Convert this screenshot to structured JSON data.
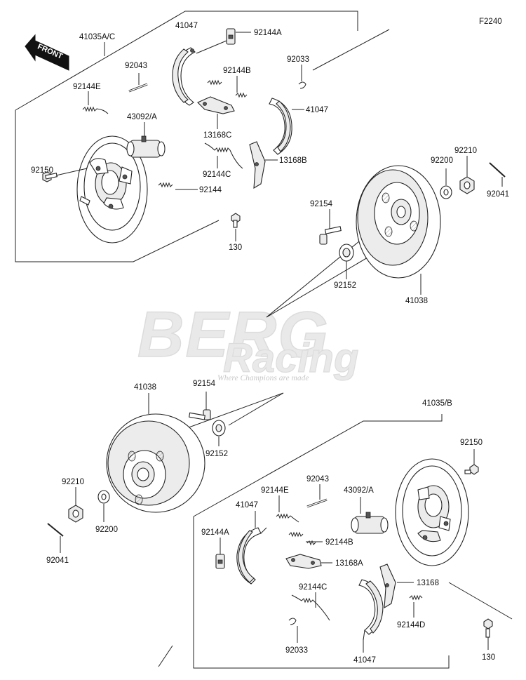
{
  "figure_code": "F2240",
  "direction_label": "FRONT",
  "watermark": {
    "brand_top": "BERG",
    "brand_bottom": "Racing",
    "tagline": "Where Champions are made"
  },
  "labels": {
    "t_41035ac": "41035A/C",
    "t_41047a": "41047",
    "t_92144a": "92144A",
    "t_92043": "92043",
    "t_92144b": "92144B",
    "t_92033": "92033",
    "t_92144e": "92144E",
    "t_43092a": "43092/A",
    "t_13168c": "13168C",
    "t_41047b": "41047",
    "t_92150": "92150",
    "t_92144c": "92144C",
    "t_13168b": "13168B",
    "t_92144": "92144",
    "t_130": "130",
    "t_92200": "92200",
    "t_92210": "92210",
    "t_92041": "92041",
    "t_92154": "92154",
    "t_92152": "92152",
    "t_41038": "41038",
    "b_41038": "41038",
    "b_92154": "92154",
    "b_41035b": "41035/B",
    "b_92150": "92150",
    "b_92152": "92152",
    "b_92210": "92210",
    "b_92043": "92043",
    "b_92144e": "92144E",
    "b_43092a": "43092/A",
    "b_41047a": "41047",
    "b_92144a": "92144A",
    "b_92200": "92200",
    "b_92144b": "92144B",
    "b_13168a": "13168A",
    "b_92041": "92041",
    "b_92144c": "92144C",
    "b_13168": "13168",
    "b_92144d": "92144D",
    "b_92033": "92033",
    "b_130": "130",
    "b_41047b": "41047"
  }
}
